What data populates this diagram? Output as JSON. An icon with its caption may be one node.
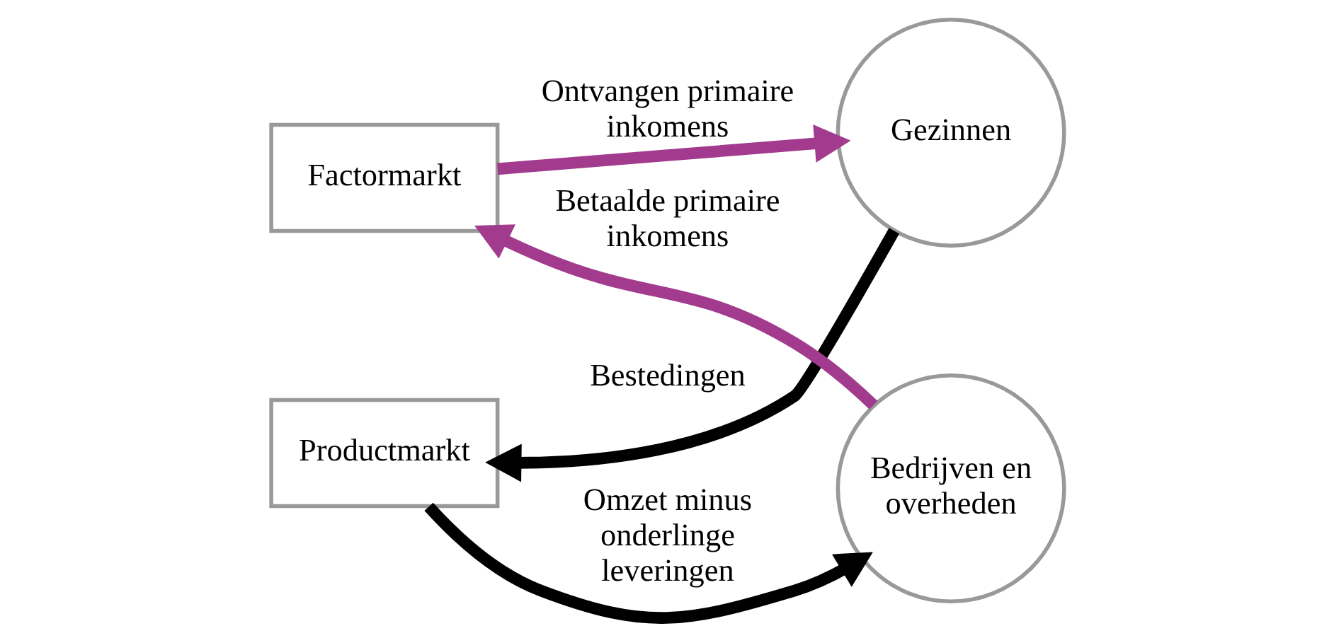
{
  "diagram": {
    "nodes": [
      {
        "text": [
          "Factormarkt"
        ]
      },
      {
        "text": [
          "Gezinnen"
        ]
      },
      {
        "text": [
          "Productmarkt"
        ]
      },
      {
        "text": [
          "Bedrijven en overheden"
        ]
      }
    ],
    "edges": [
      {
        "from": 3,
        "to": 0,
        "arrow": "to",
        "label": "Betaalde primaire inkomens",
        "color": "#a23b8e"
      },
      {
        "from": 0,
        "to": 1,
        "arrow": "to",
        "label": "Ontvangen primaire inkomens",
        "color": "#a23b8e"
      },
      {
        "from": 1,
        "to": 2,
        "arrow": "to",
        "label": "Bestedingen",
        "color": "#000000"
      },
      {
        "from": 2,
        "to": 3,
        "arrow": "to",
        "label": "Omzet minus onderlinge leveringen",
        "color": "#000000"
      }
    ]
  }
}
